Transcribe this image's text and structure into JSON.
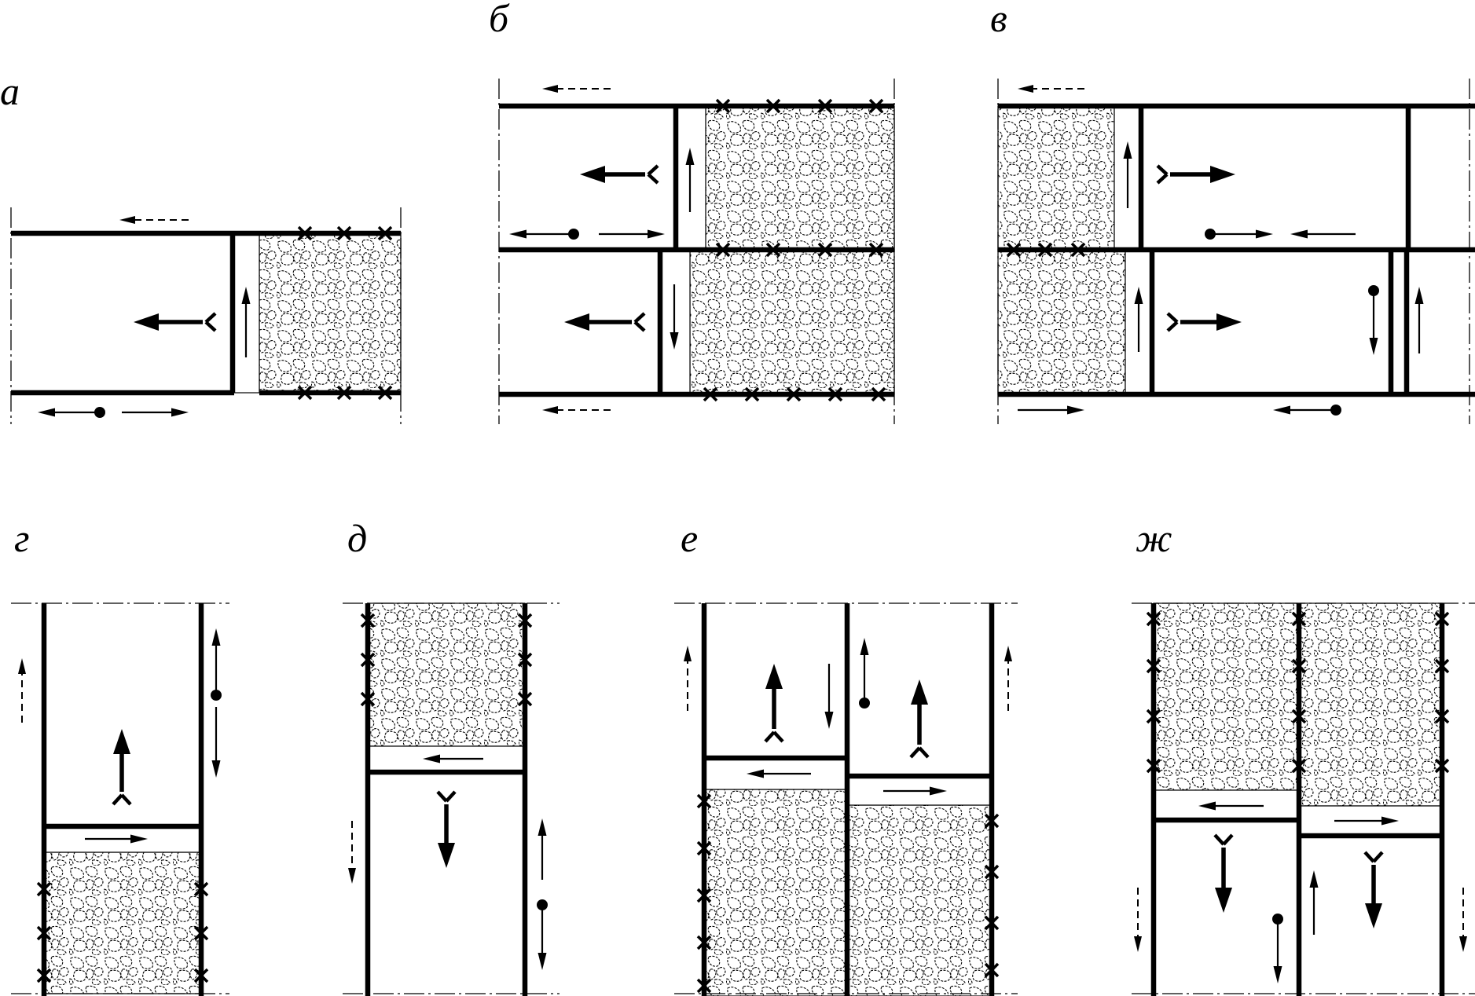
{
  "labels": {
    "a": "а",
    "b": "б",
    "v": "в",
    "g": "г",
    "d": "д",
    "e": "е",
    "zh": "ж"
  },
  "colors": {
    "ink": "#000000",
    "background": "#ffffff"
  },
  "legend_icons": [
    "bold-arrow-icon",
    "thin-arrow-icon",
    "dashed-arrow-icon",
    "dot-arrow-icon",
    "cross-icon",
    "rubble-fill-pattern"
  ]
}
